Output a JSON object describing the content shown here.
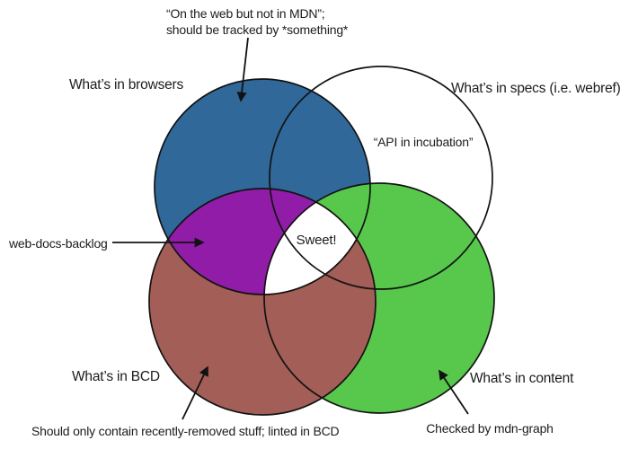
{
  "colors": {
    "blue": "#2F6899",
    "purple": "#911CA8",
    "brown": "#A25E57",
    "green": "#57C84B",
    "outline": "#121212",
    "text": "#1C1C1C"
  },
  "circles": {
    "browsers": {
      "label": "What’s in browsers"
    },
    "specs": {
      "label": "What’s in specs (i.e. webref)"
    },
    "bcd": {
      "label": "What’s in BCD"
    },
    "content": {
      "label": "What’s in content"
    }
  },
  "annotations": {
    "web_note": {
      "line1": "“On the web but not in MDN”;",
      "line2": "should be tracked by *something*"
    },
    "incubation": "“API in incubation”",
    "backlog": "web-docs-backlog",
    "sweet": "Sweet!",
    "bcd_note": "Should only contain recently-removed stuff; linted in BCD",
    "mdn_graph": "Checked by mdn-graph"
  }
}
